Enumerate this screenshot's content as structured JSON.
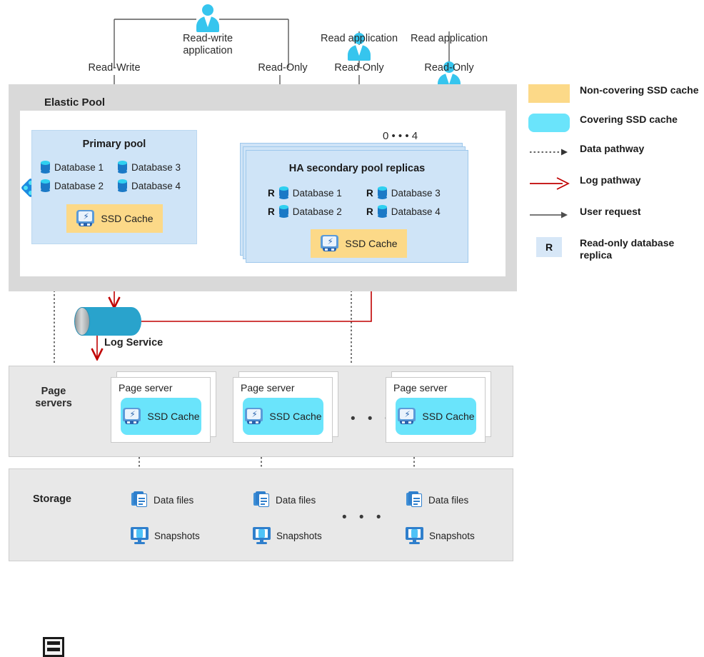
{
  "users": [
    {
      "icon": "person-icon",
      "label": "Read-write\napplication",
      "line1": "Read-write",
      "line2": "application"
    },
    {
      "icon": "person-icon",
      "label": "Read application",
      "line1": "Read application",
      "line2": ""
    },
    {
      "icon": "person-icon",
      "label": "Read application",
      "line1": "Read application",
      "line2": ""
    }
  ],
  "connection_labels": [
    "Read-Write",
    "Read-Only",
    "Read-Only",
    "Read-Only"
  ],
  "elastic_pool": {
    "title": "Elastic Pool",
    "icon": "elastic-pool-diamond-icon",
    "primary": {
      "title": "Primary pool",
      "databases": [
        "Database 1",
        "Database 2",
        "Database 3",
        "Database 4"
      ],
      "cache_label": "SSD Cache",
      "cache_type": "non-covering"
    },
    "secondary": {
      "title": "HA secondary pool replicas",
      "replica_count_label": "0 • • • 4",
      "replica_badge": "R",
      "databases": [
        "Database 1",
        "Database 2",
        "Database 3",
        "Database 4"
      ],
      "cache_label": "SSD Cache",
      "cache_type": "non-covering"
    }
  },
  "log_service": {
    "label": "Log Service"
  },
  "page_servers": {
    "section_label_line1": "Page",
    "section_label_line2": "servers",
    "ellipsis": "• • •",
    "servers": [
      {
        "title": "Page server",
        "cache_label": "SSD Cache",
        "cache_type": "covering"
      },
      {
        "title": "Page server",
        "cache_label": "SSD Cache",
        "cache_type": "covering"
      },
      {
        "title": "Page server",
        "cache_label": "SSD Cache",
        "cache_type": "covering"
      }
    ]
  },
  "storage": {
    "section_label": "Storage",
    "ellipsis": "• • •",
    "columns": [
      {
        "data_files": "Data files",
        "snapshots": "Snapshots"
      },
      {
        "data_files": "Data files",
        "snapshots": "Snapshots"
      },
      {
        "data_files": "Data files",
        "snapshots": "Snapshots"
      }
    ]
  },
  "legend": {
    "items": [
      {
        "type": "swatch-yellow",
        "label": "Non-covering SSD cache"
      },
      {
        "type": "swatch-cyan",
        "label": "Covering SSD cache"
      },
      {
        "type": "arrow-dotted",
        "label": "Data pathway"
      },
      {
        "type": "arrow-red",
        "label": "Log pathway"
      },
      {
        "type": "arrow-gray",
        "label": "User request"
      },
      {
        "type": "badge-r",
        "label": "Read-only database replica",
        "badge": "R"
      }
    ]
  },
  "colors": {
    "non_covering_cache": "#fcd988",
    "covering_cache": "#6ae4fb",
    "pool_fill": "#cfe4f7",
    "log_pathway": "#c00000",
    "user_request": "#595959",
    "band_gray": "#d9d9d9",
    "section_gray": "#e8e8e8",
    "accent_blue": "#2f7fcc"
  }
}
